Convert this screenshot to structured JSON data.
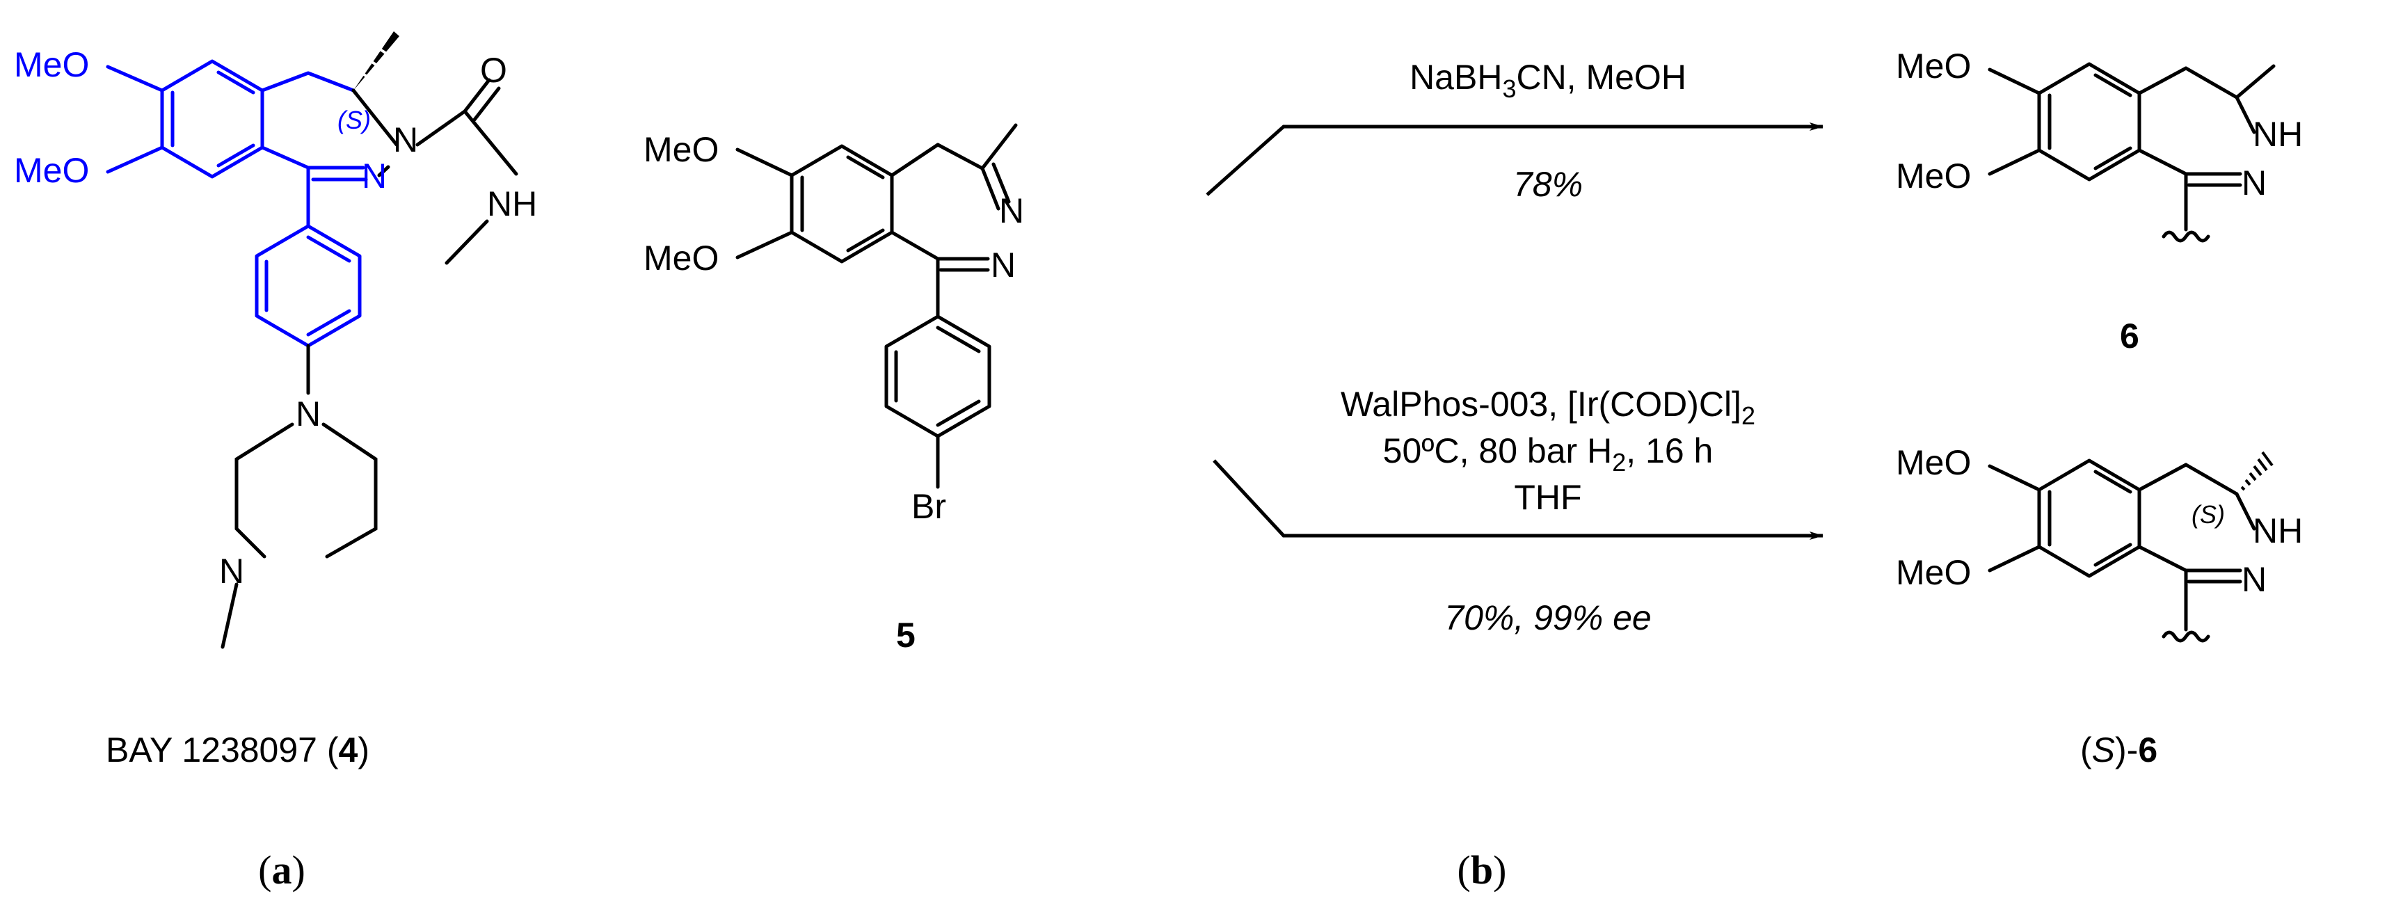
{
  "colors": {
    "highlight": "#0000ff",
    "ink": "#000000",
    "background": "#ffffff"
  },
  "compound_a": {
    "atoms": {
      "methoxy_top": "MeO",
      "methoxy_bottom": "MeO",
      "n2": "N",
      "n3": "N",
      "carbonyl_o": "O",
      "amide_nh": "NH",
      "pip_n1": "N",
      "pip_n4": "N"
    },
    "stereo": "(S)",
    "name_text": "BAY 1238097 (",
    "number": "4",
    "name_close": ")"
  },
  "compound_5": {
    "atoms": {
      "methoxy_top": "MeO",
      "methoxy_bottom": "MeO",
      "n3": "N",
      "n2": "N",
      "bromine": "Br"
    },
    "number": "5"
  },
  "reaction_top": {
    "reagents_main": "NaBH",
    "reagents_sub": "3",
    "reagents_rest": "CN, MeOH",
    "yield": "78%"
  },
  "reaction_bottom": {
    "catalyst_line_main": "WalPhos-003, [Ir(COD)Cl]",
    "catalyst_line_sub": "2",
    "conditions_main": "50ºC, 80 bar H",
    "conditions_sub": "2",
    "conditions_rest": ", 16 h",
    "solvent": "THF",
    "yield": "70%, 99% ",
    "ee": "ee"
  },
  "compound_6": {
    "atoms": {
      "methoxy_top": "MeO",
      "methoxy_bottom": "MeO",
      "nh": "NH",
      "n": "N"
    },
    "number": "6"
  },
  "compound_s6": {
    "atoms": {
      "methoxy_top": "MeO",
      "methoxy_bottom": "MeO",
      "nh": "NH",
      "n": "N"
    },
    "stereo": "(S)",
    "label_open": "(",
    "label_s": "S",
    "label_close": ")-",
    "number": "6"
  },
  "panels": {
    "a": {
      "open": "(",
      "letter": "a",
      "close": ")"
    },
    "b": {
      "open": "(",
      "letter": "b",
      "close": ")"
    }
  }
}
